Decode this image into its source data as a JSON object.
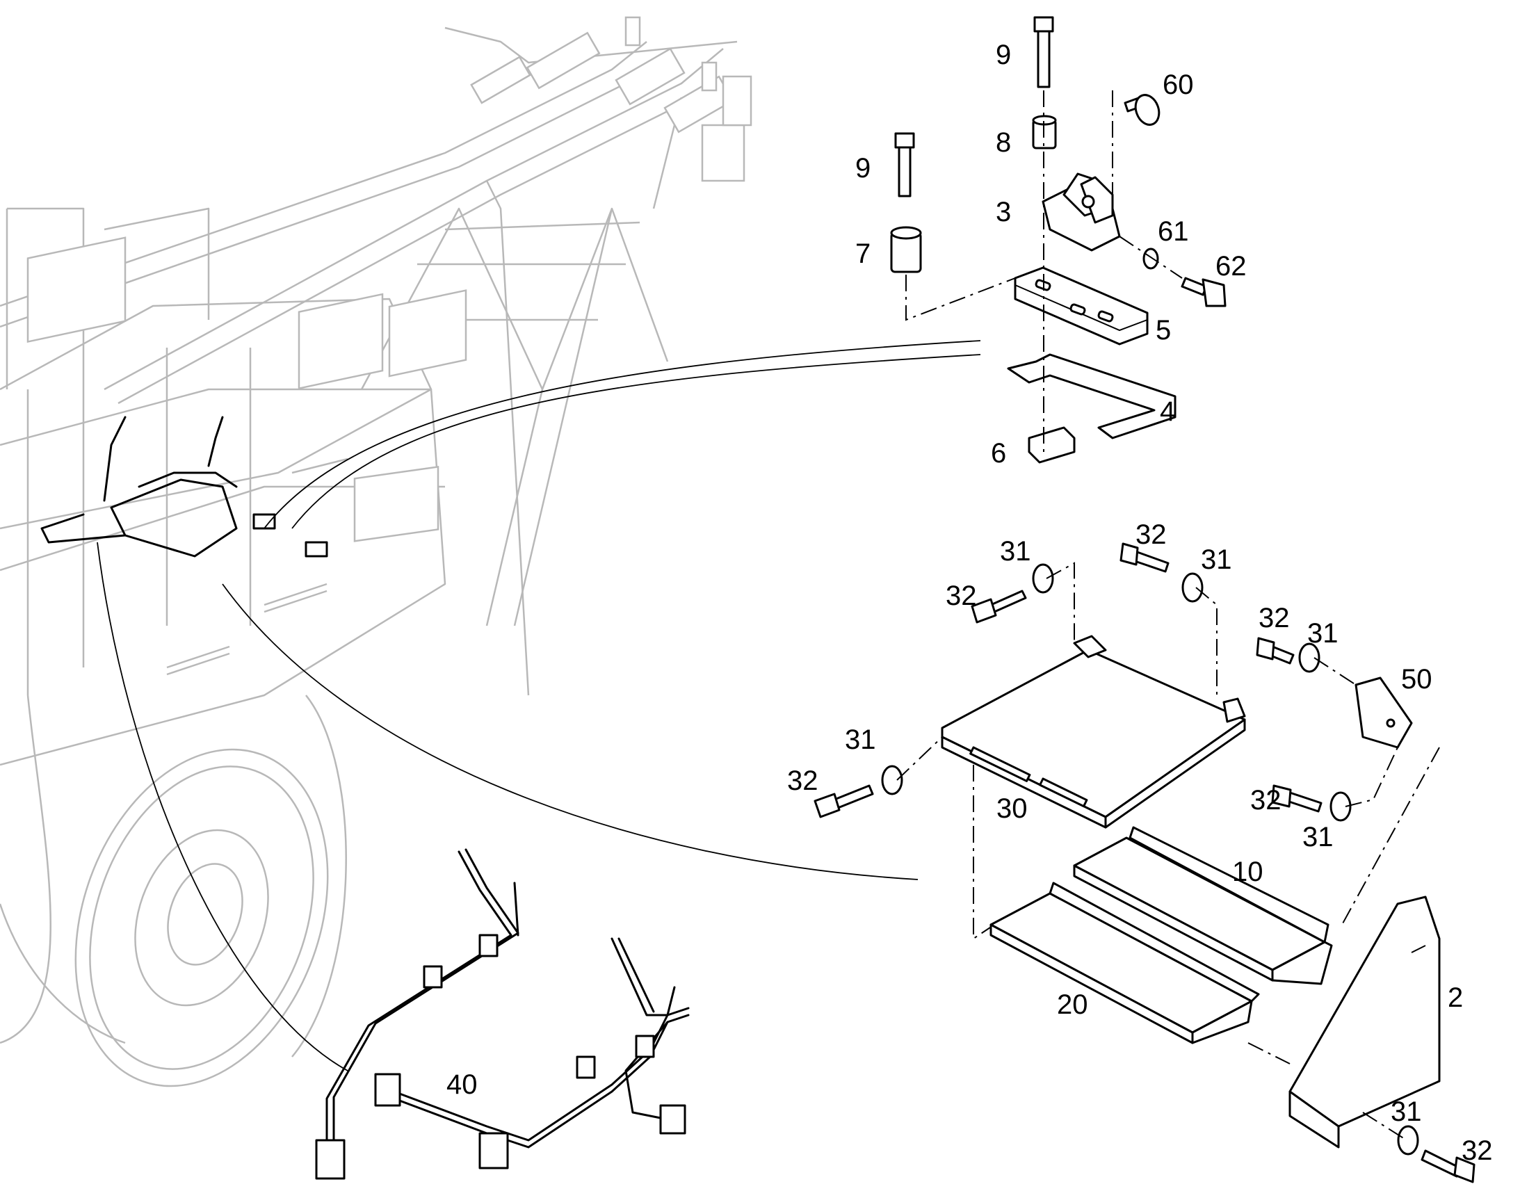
{
  "diagram": {
    "callouts": [
      {
        "id": "c-9a",
        "text": "9"
      },
      {
        "id": "c-60",
        "text": "60"
      },
      {
        "id": "c-8",
        "text": "8"
      },
      {
        "id": "c-9b",
        "text": "9"
      },
      {
        "id": "c-3",
        "text": "3"
      },
      {
        "id": "c-61",
        "text": "61"
      },
      {
        "id": "c-7",
        "text": "7"
      },
      {
        "id": "c-62",
        "text": "62"
      },
      {
        "id": "c-5",
        "text": "5"
      },
      {
        "id": "c-4",
        "text": "4"
      },
      {
        "id": "c-6",
        "text": "6"
      },
      {
        "id": "c-32a",
        "text": "32"
      },
      {
        "id": "c-31a",
        "text": "31"
      },
      {
        "id": "c-31b",
        "text": "31"
      },
      {
        "id": "c-32b",
        "text": "32"
      },
      {
        "id": "c-32c",
        "text": "32"
      },
      {
        "id": "c-31c",
        "text": "31"
      },
      {
        "id": "c-50",
        "text": "50"
      },
      {
        "id": "c-31d",
        "text": "31"
      },
      {
        "id": "c-32d",
        "text": "32"
      },
      {
        "id": "c-30",
        "text": "30"
      },
      {
        "id": "c-32e",
        "text": "32"
      },
      {
        "id": "c-31e",
        "text": "31"
      },
      {
        "id": "c-10",
        "text": "10"
      },
      {
        "id": "c-2",
        "text": "2"
      },
      {
        "id": "c-20",
        "text": "20"
      },
      {
        "id": "c-40",
        "text": "40"
      },
      {
        "id": "c-31f",
        "text": "31"
      },
      {
        "id": "c-32f",
        "text": "32"
      }
    ]
  }
}
